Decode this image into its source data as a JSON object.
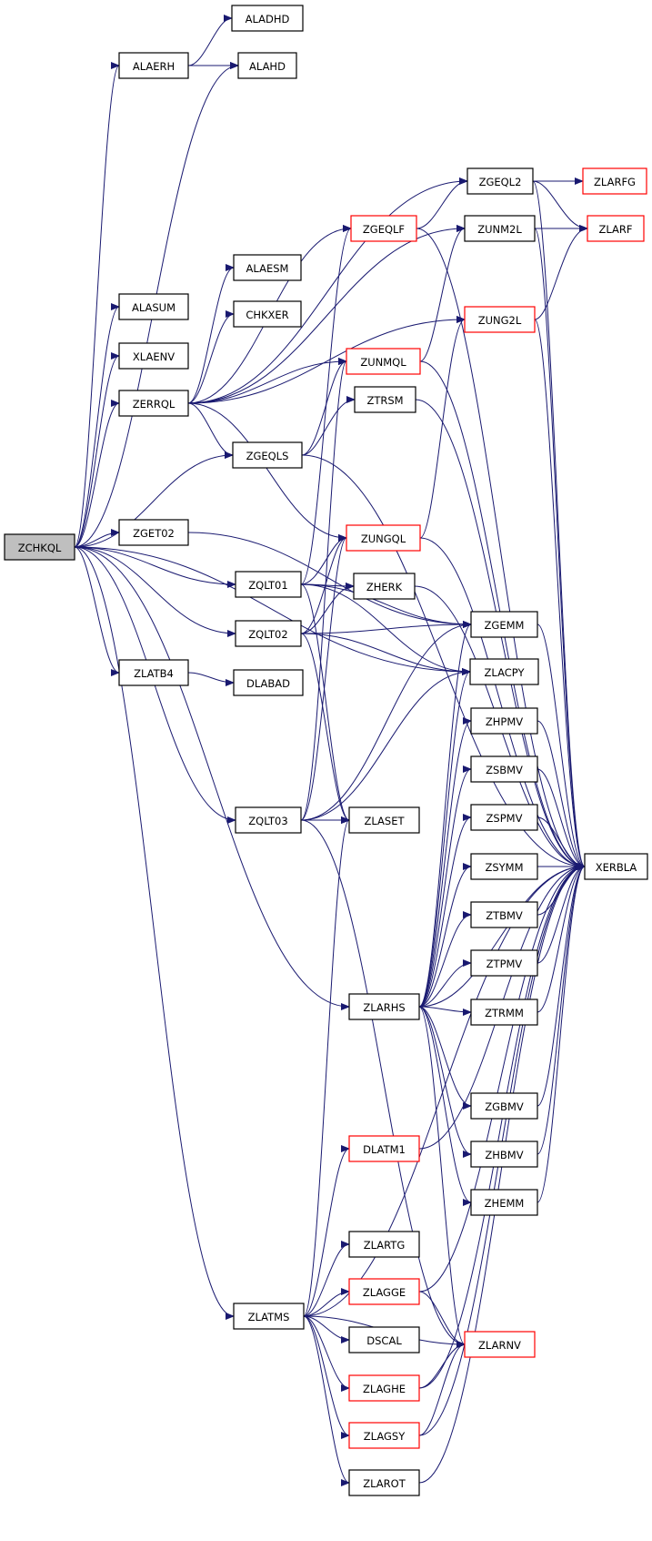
{
  "colors": {
    "edge": "#191970",
    "arrow": "#191970",
    "node_border": "#000000",
    "node_border_incomplete": "#ff0000",
    "root_fill": "#bfbfbf",
    "node_fill": "#ffffff",
    "text": "#000000"
  },
  "nodes": [
    {
      "id": "ZCHKQL",
      "label": "ZCHKQL",
      "kind": "root"
    },
    {
      "id": "ALADHD",
      "label": "ALADHD",
      "kind": "normal"
    },
    {
      "id": "ALAERH",
      "label": "ALAERH",
      "kind": "normal"
    },
    {
      "id": "ALAHD",
      "label": "ALAHD",
      "kind": "normal"
    },
    {
      "id": "ZGEQL2",
      "label": "ZGEQL2",
      "kind": "normal"
    },
    {
      "id": "ZLARFG",
      "label": "ZLARFG",
      "kind": "red"
    },
    {
      "id": "ZGEQLF",
      "label": "ZGEQLF",
      "kind": "red"
    },
    {
      "id": "ZUNM2L",
      "label": "ZUNM2L",
      "kind": "normal"
    },
    {
      "id": "ZLARF",
      "label": "ZLARF",
      "kind": "red"
    },
    {
      "id": "ALAESM",
      "label": "ALAESM",
      "kind": "normal"
    },
    {
      "id": "ALASUM",
      "label": "ALASUM",
      "kind": "normal"
    },
    {
      "id": "CHKXER",
      "label": "CHKXER",
      "kind": "normal"
    },
    {
      "id": "ZUNG2L",
      "label": "ZUNG2L",
      "kind": "red"
    },
    {
      "id": "XLAENV",
      "label": "XLAENV",
      "kind": "normal"
    },
    {
      "id": "ZUNMQL",
      "label": "ZUNMQL",
      "kind": "red"
    },
    {
      "id": "ZERRQL",
      "label": "ZERRQL",
      "kind": "normal"
    },
    {
      "id": "ZTRSM",
      "label": "ZTRSM",
      "kind": "normal"
    },
    {
      "id": "ZGEQLS",
      "label": "ZGEQLS",
      "kind": "normal"
    },
    {
      "id": "ZGET02",
      "label": "ZGET02",
      "kind": "normal"
    },
    {
      "id": "ZUNGQL",
      "label": "ZUNGQL",
      "kind": "red"
    },
    {
      "id": "ZQLT01",
      "label": "ZQLT01",
      "kind": "normal"
    },
    {
      "id": "ZHERK",
      "label": "ZHERK",
      "kind": "normal"
    },
    {
      "id": "ZGEMM",
      "label": "ZGEMM",
      "kind": "normal"
    },
    {
      "id": "ZQLT02",
      "label": "ZQLT02",
      "kind": "normal"
    },
    {
      "id": "ZLATB4",
      "label": "ZLATB4",
      "kind": "normal"
    },
    {
      "id": "ZLACPY",
      "label": "ZLACPY",
      "kind": "normal"
    },
    {
      "id": "DLABAD",
      "label": "DLABAD",
      "kind": "normal"
    },
    {
      "id": "ZHPMV",
      "label": "ZHPMV",
      "kind": "normal"
    },
    {
      "id": "ZSBMV",
      "label": "ZSBMV",
      "kind": "normal"
    },
    {
      "id": "ZQLT03",
      "label": "ZQLT03",
      "kind": "normal"
    },
    {
      "id": "ZLASET",
      "label": "ZLASET",
      "kind": "normal"
    },
    {
      "id": "ZSPMV",
      "label": "ZSPMV",
      "kind": "normal"
    },
    {
      "id": "XERBLA",
      "label": "XERBLA",
      "kind": "normal"
    },
    {
      "id": "ZSYMM",
      "label": "ZSYMM",
      "kind": "normal"
    },
    {
      "id": "ZTBMV",
      "label": "ZTBMV",
      "kind": "normal"
    },
    {
      "id": "ZTPMV",
      "label": "ZTPMV",
      "kind": "normal"
    },
    {
      "id": "ZLARHS",
      "label": "ZLARHS",
      "kind": "normal"
    },
    {
      "id": "ZTRMM",
      "label": "ZTRMM",
      "kind": "normal"
    },
    {
      "id": "ZGBMV",
      "label": "ZGBMV",
      "kind": "normal"
    },
    {
      "id": "DLATM1",
      "label": "DLATM1",
      "kind": "red"
    },
    {
      "id": "ZHBMV",
      "label": "ZHBMV",
      "kind": "normal"
    },
    {
      "id": "ZHEMM",
      "label": "ZHEMM",
      "kind": "normal"
    },
    {
      "id": "ZLARTG",
      "label": "ZLARTG",
      "kind": "normal"
    },
    {
      "id": "ZLAGGE",
      "label": "ZLAGGE",
      "kind": "red"
    },
    {
      "id": "ZLATMS",
      "label": "ZLATMS",
      "kind": "normal"
    },
    {
      "id": "DSCAL",
      "label": "DSCAL",
      "kind": "normal"
    },
    {
      "id": "ZLARNV",
      "label": "ZLARNV",
      "kind": "red"
    },
    {
      "id": "ZLAGHE",
      "label": "ZLAGHE",
      "kind": "red"
    },
    {
      "id": "ZLAGSY",
      "label": "ZLAGSY",
      "kind": "red"
    },
    {
      "id": "ZLAROT",
      "label": "ZLAROT",
      "kind": "normal"
    }
  ],
  "edges": [
    [
      "ZCHKQL",
      "ALAERH"
    ],
    [
      "ZCHKQL",
      "ALAHD"
    ],
    [
      "ZCHKQL",
      "ALASUM"
    ],
    [
      "ZCHKQL",
      "XLAENV"
    ],
    [
      "ZCHKQL",
      "ZERRQL"
    ],
    [
      "ZCHKQL",
      "ZGEQLS"
    ],
    [
      "ZCHKQL",
      "ZGET02"
    ],
    [
      "ZCHKQL",
      "ZQLT01"
    ],
    [
      "ZCHKQL",
      "ZQLT02"
    ],
    [
      "ZCHKQL",
      "ZLATB4"
    ],
    [
      "ZCHKQL",
      "ZQLT03"
    ],
    [
      "ZCHKQL",
      "ZLACPY"
    ],
    [
      "ZCHKQL",
      "ZLARHS"
    ],
    [
      "ZCHKQL",
      "ZLATMS"
    ],
    [
      "ALAERH",
      "ALADHD"
    ],
    [
      "ALAERH",
      "ALAHD"
    ],
    [
      "ZERRQL",
      "ZGEQL2"
    ],
    [
      "ZERRQL",
      "ZUNM2L"
    ],
    [
      "ZERRQL",
      "ZGEQLF"
    ],
    [
      "ZERRQL",
      "ALAESM"
    ],
    [
      "ZERRQL",
      "CHKXER"
    ],
    [
      "ZERRQL",
      "ZUNG2L"
    ],
    [
      "ZERRQL",
      "ZUNMQL"
    ],
    [
      "ZERRQL",
      "ZGEQLS"
    ],
    [
      "ZERRQL",
      "ZUNGQL"
    ],
    [
      "ZGEQL2",
      "ZLARFG"
    ],
    [
      "ZGEQL2",
      "ZLARF"
    ],
    [
      "ZGEQL2",
      "XERBLA"
    ],
    [
      "ZGEQLF",
      "ZGEQL2"
    ],
    [
      "ZGEQLF",
      "XERBLA"
    ],
    [
      "ZUNM2L",
      "ZLARF"
    ],
    [
      "ZUNM2L",
      "XERBLA"
    ],
    [
      "ZUNG2L",
      "ZLARF"
    ],
    [
      "ZUNG2L",
      "XERBLA"
    ],
    [
      "ZUNMQL",
      "ZUNM2L"
    ],
    [
      "ZUNMQL",
      "XERBLA"
    ],
    [
      "ZGEQLS",
      "ZUNMQL"
    ],
    [
      "ZGEQLS",
      "ZTRSM"
    ],
    [
      "ZGEQLS",
      "XERBLA"
    ],
    [
      "ZTRSM",
      "XERBLA"
    ],
    [
      "ZUNGQL",
      "ZUNG2L"
    ],
    [
      "ZUNGQL",
      "XERBLA"
    ],
    [
      "ZGET02",
      "ZGEMM"
    ],
    [
      "ZQLT01",
      "ZGEQLF"
    ],
    [
      "ZQLT01",
      "ZUNGQL"
    ],
    [
      "ZQLT01",
      "ZHERK"
    ],
    [
      "ZQLT01",
      "ZGEMM"
    ],
    [
      "ZQLT01",
      "ZLACPY"
    ],
    [
      "ZQLT01",
      "ZLASET"
    ],
    [
      "ZQLT02",
      "ZUNGQL"
    ],
    [
      "ZQLT02",
      "ZHERK"
    ],
    [
      "ZQLT02",
      "ZGEMM"
    ],
    [
      "ZQLT02",
      "ZLACPY"
    ],
    [
      "ZQLT02",
      "ZLASET"
    ],
    [
      "ZHERK",
      "XERBLA"
    ],
    [
      "ZGEMM",
      "XERBLA"
    ],
    [
      "ZLATB4",
      "DLABAD"
    ],
    [
      "ZQLT03",
      "ZUNMQL"
    ],
    [
      "ZQLT03",
      "ZUNGQL"
    ],
    [
      "ZQLT03",
      "ZLASET"
    ],
    [
      "ZQLT03",
      "ZGEMM"
    ],
    [
      "ZQLT03",
      "ZLACPY"
    ],
    [
      "ZQLT03",
      "ZLARNV"
    ],
    [
      "ZHPMV",
      "XERBLA"
    ],
    [
      "ZSBMV",
      "XERBLA"
    ],
    [
      "ZSPMV",
      "XERBLA"
    ],
    [
      "ZSYMM",
      "XERBLA"
    ],
    [
      "ZTBMV",
      "XERBLA"
    ],
    [
      "ZTPMV",
      "XERBLA"
    ],
    [
      "ZTRMM",
      "XERBLA"
    ],
    [
      "ZGBMV",
      "XERBLA"
    ],
    [
      "ZHBMV",
      "XERBLA"
    ],
    [
      "ZHEMM",
      "XERBLA"
    ],
    [
      "ZLARHS",
      "ZGEMM"
    ],
    [
      "ZLARHS",
      "ZLACPY"
    ],
    [
      "ZLARHS",
      "ZHPMV"
    ],
    [
      "ZLARHS",
      "ZSBMV"
    ],
    [
      "ZLARHS",
      "ZSPMV"
    ],
    [
      "ZLARHS",
      "ZSYMM"
    ],
    [
      "ZLARHS",
      "ZTBMV"
    ],
    [
      "ZLARHS",
      "ZTPMV"
    ],
    [
      "ZLARHS",
      "ZTRMM"
    ],
    [
      "ZLARHS",
      "ZGBMV"
    ],
    [
      "ZLARHS",
      "ZHBMV"
    ],
    [
      "ZLARHS",
      "ZHEMM"
    ],
    [
      "ZLARHS",
      "ZLARNV"
    ],
    [
      "ZLARHS",
      "XERBLA"
    ],
    [
      "ZLATMS",
      "ZLASET"
    ],
    [
      "ZLATMS",
      "DLATM1"
    ],
    [
      "ZLATMS",
      "ZLARTG"
    ],
    [
      "ZLATMS",
      "ZLAGGE"
    ],
    [
      "ZLATMS",
      "DSCAL"
    ],
    [
      "ZLATMS",
      "ZLAGHE"
    ],
    [
      "ZLATMS",
      "ZLAGSY"
    ],
    [
      "ZLATMS",
      "ZLAROT"
    ],
    [
      "ZLATMS",
      "ZLARNV"
    ],
    [
      "ZLATMS",
      "XERBLA"
    ],
    [
      "DLATM1",
      "XERBLA"
    ],
    [
      "ZLAGGE",
      "ZLARNV"
    ],
    [
      "ZLAGGE",
      "XERBLA"
    ],
    [
      "ZLAGHE",
      "ZLARNV"
    ],
    [
      "ZLAGHE",
      "XERBLA"
    ],
    [
      "ZLAGSY",
      "ZLARNV"
    ],
    [
      "ZLAGSY",
      "XERBLA"
    ],
    [
      "ZLAROT",
      "XERBLA"
    ]
  ]
}
